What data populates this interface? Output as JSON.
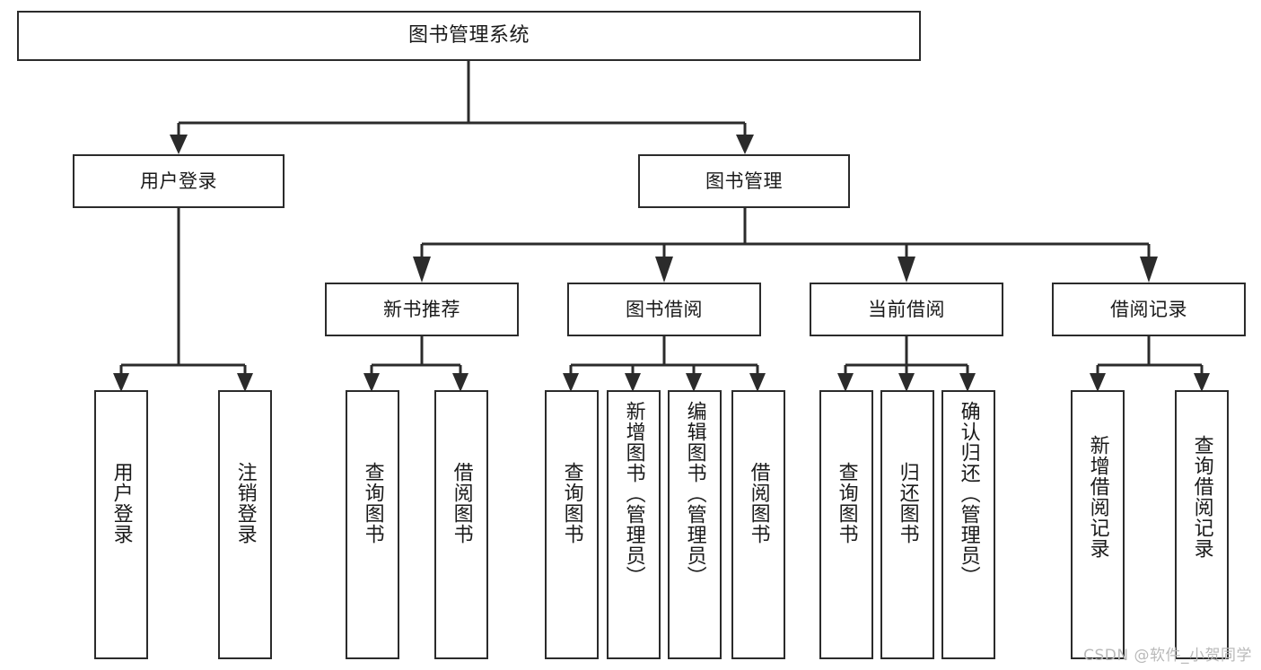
{
  "diagram": {
    "title": "图书管理系统",
    "type": "hierarchy-tree",
    "root": {
      "label": "图书管理系统",
      "children": [
        {
          "label": "用户登录",
          "children": [
            {
              "label": "用户登录"
            },
            {
              "label": "注销登录"
            }
          ]
        },
        {
          "label": "图书管理",
          "children": [
            {
              "label": "新书推荐",
              "children": [
                {
                  "label": "查询图书"
                },
                {
                  "label": "借阅图书"
                }
              ]
            },
            {
              "label": "图书借阅",
              "children": [
                {
                  "label": "查询图书"
                },
                {
                  "label": "新增图书（管理员）"
                },
                {
                  "label": "编辑图书（管理员）"
                },
                {
                  "label": "借阅图书"
                }
              ]
            },
            {
              "label": "当前借阅",
              "children": [
                {
                  "label": "查询图书"
                },
                {
                  "label": "归还图书"
                },
                {
                  "label": "确认归还（管理员）"
                }
              ]
            },
            {
              "label": "借阅记录",
              "children": [
                {
                  "label": "新增借阅记录"
                },
                {
                  "label": "查询借阅记录"
                }
              ]
            }
          ]
        }
      ]
    },
    "nodes": {
      "root": "图书管理系统",
      "user_login": "用户登录",
      "book_admin": "图书管理",
      "new_book_rec": "新书推荐",
      "book_borrow": "图书借阅",
      "current_borrow": "当前借阅",
      "borrow_record": "借阅记录",
      "leaf_user_login": "用户登录",
      "leaf_logout": "注销登录",
      "leaf_rec_query": "查询图书",
      "leaf_rec_borrow": "借阅图书",
      "leaf_borrow_query": "查询图书",
      "leaf_borrow_add": "新增图书（管理员）",
      "leaf_borrow_edit": "编辑图书（管理员）",
      "leaf_borrow_do": "借阅图书",
      "leaf_cur_query": "查询图书",
      "leaf_cur_return": "归还图书",
      "leaf_cur_confirm": "确认归还（管理员）",
      "leaf_rec_add": "新增借阅记录",
      "leaf_rec_query2": "查询借阅记录"
    },
    "colors": {
      "border": "#2b2b2b",
      "background": "#ffffff",
      "text": "#1a1a1a",
      "watermark": "#b9b9b9"
    }
  },
  "watermark": {
    "text": "CSDN @软件_小贺同学"
  }
}
